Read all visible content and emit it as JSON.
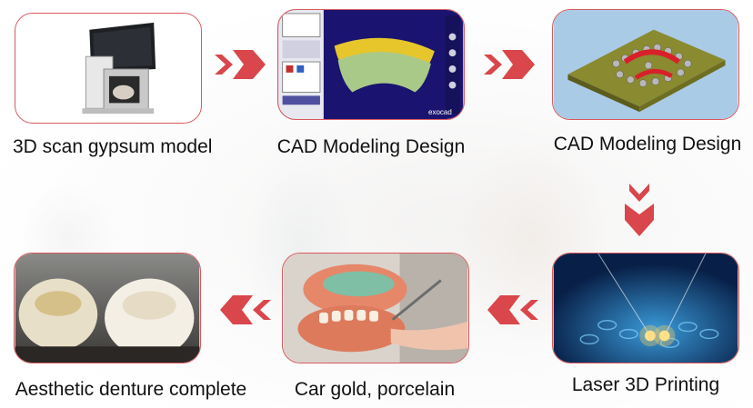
{
  "steps": [
    {
      "label": "3D scan gypsum model"
    },
    {
      "label": "CAD Modeling Design"
    },
    {
      "label": "CAD Modeling Design"
    },
    {
      "label": "Laser 3D Printing"
    },
    {
      "label": "Car gold, porcelain"
    },
    {
      "label": "Aesthetic denture complete"
    }
  ],
  "screen_brand": "exocad",
  "colors": {
    "accent": "#d8585c",
    "arrow": "#d9464b"
  }
}
